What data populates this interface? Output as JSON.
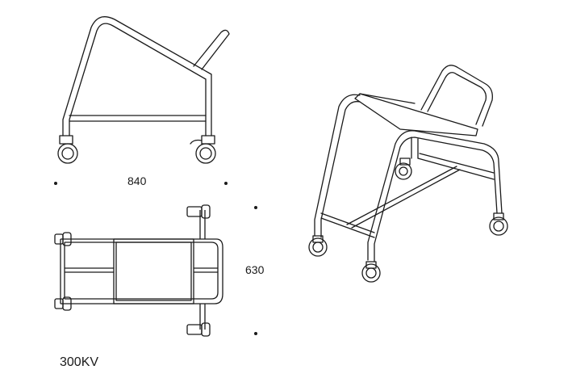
{
  "dimensions": {
    "width": "840",
    "depth": "630"
  },
  "model": {
    "code": "300KV"
  },
  "colors": {
    "line": "#1a1a1a",
    "background": "#ffffff"
  }
}
